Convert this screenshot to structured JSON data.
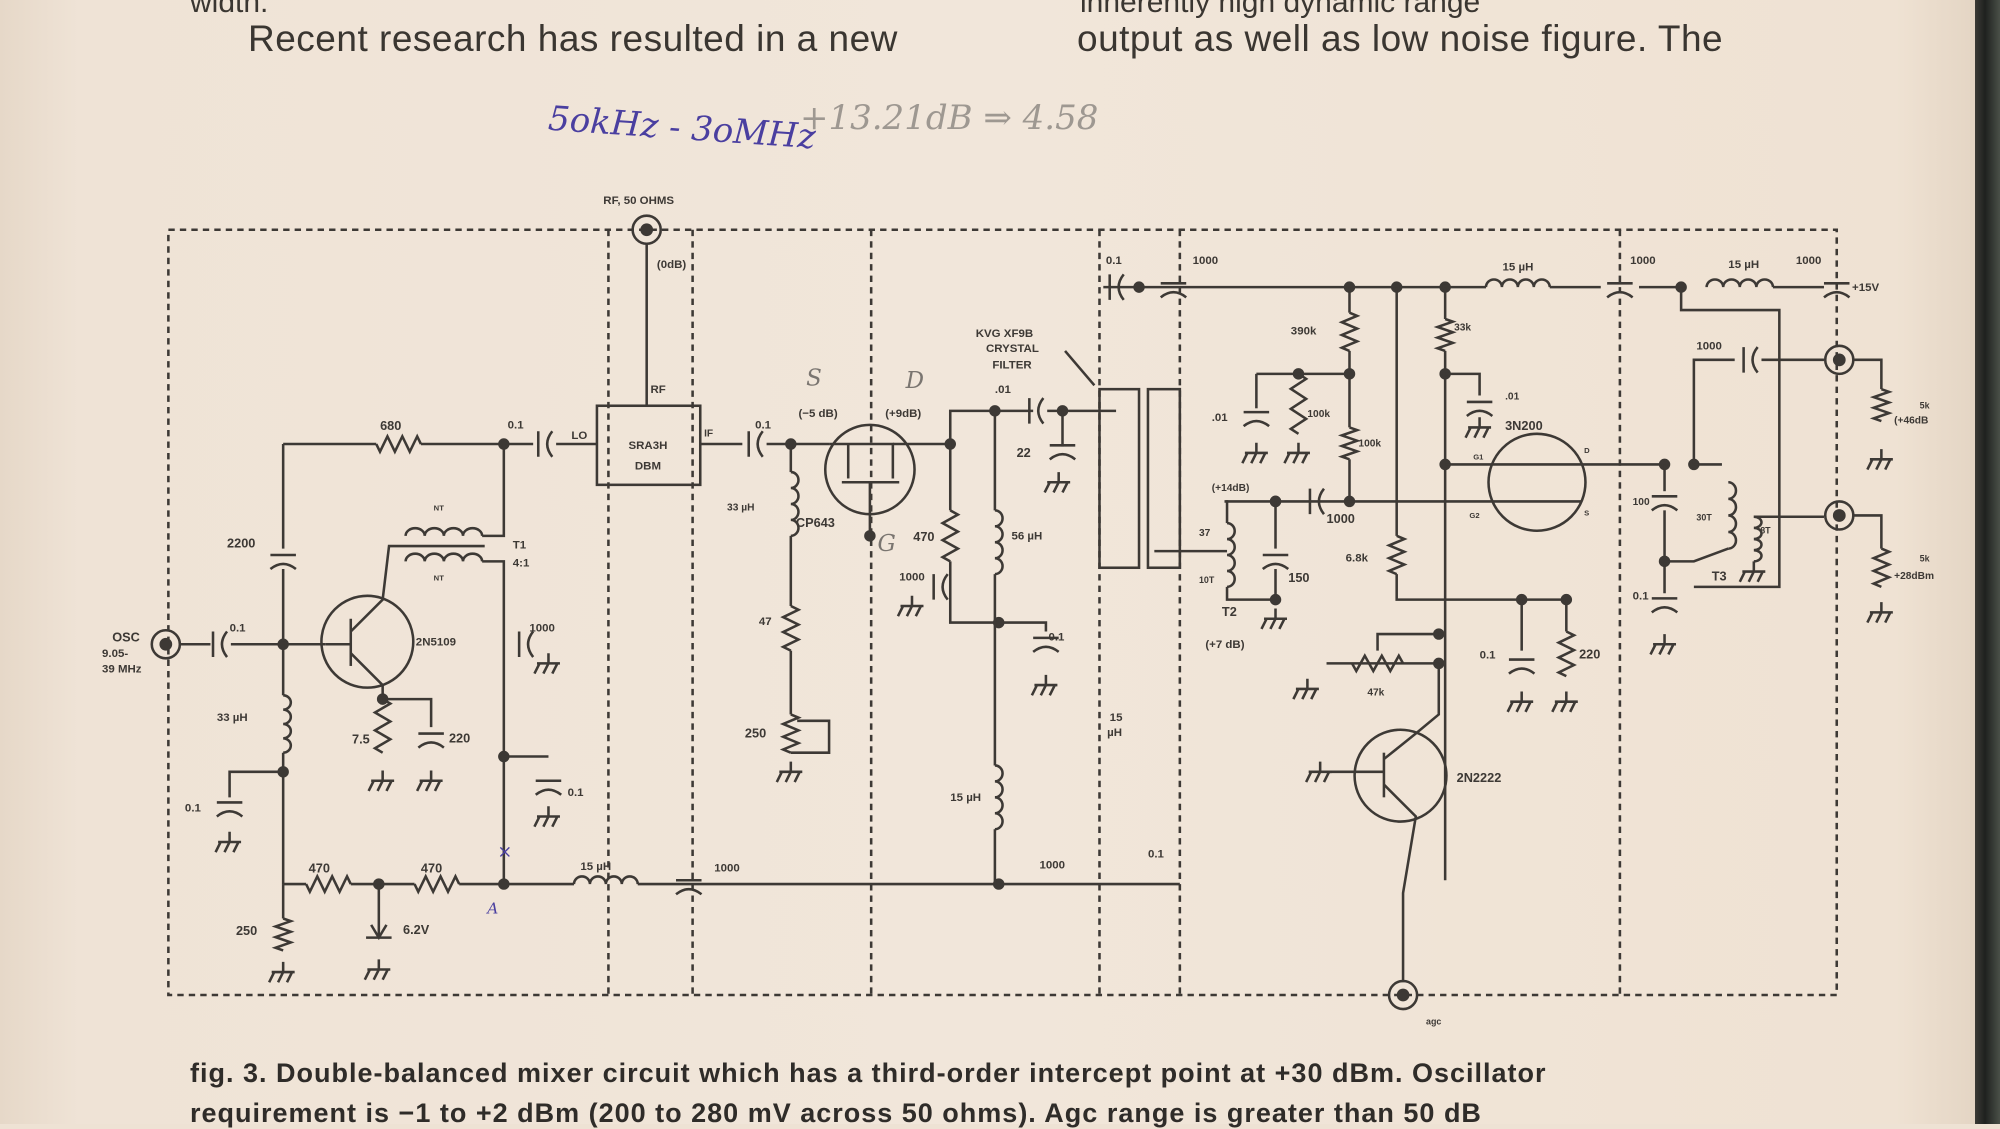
{
  "page": {
    "top_cut_left": "width.",
    "top_cut_right": "inherently high dynamic range",
    "text_left": "Recent research has resulted in a new",
    "text_right": "output as well as low noise figure. The",
    "handwritten_note_blue": "5okHz - 3oMHz",
    "handwritten_note_gray": "+13.21dB ⇒ 4.58",
    "caption_line1": "fig. 3. Double-balanced mixer circuit which has a third-order intercept point at +30 dBm. Oscillator",
    "caption_line2": "requirement is −1 to +2 dBm (200 to 280 mV across 50 ohms). Agc range is greater than 50 dB"
  },
  "schematic": {
    "rf_port": "RF, 50 OHMS",
    "rf_level": "(0dB)",
    "rf_pin": "RF",
    "dbm_name": "SRA3H",
    "dbm_type": "DBM",
    "lo_pin": "LO",
    "if_pin": "IF",
    "r680": "680",
    "c_lo": "0.1",
    "c_if": "0.1",
    "c2200": "2200",
    "osc_label": "OSC",
    "osc_freq1": "9.05-",
    "osc_freq2": "39 MHz",
    "c_osc": "0.1",
    "q1": "2N5109",
    "t1": "T1",
    "t1_ratio": "4:1",
    "t1_turns_a": "NT",
    "t1_turns_b": "NT",
    "c1000_a": "1000",
    "l33uh": "33 µH",
    "r75": "7.5",
    "c220": "220",
    "c01_a": "0.1",
    "c01_b": "0.1",
    "mark_x": "×",
    "mark_a": "A",
    "r470_a": "470",
    "r470_b": "470",
    "r250_a": "250",
    "z62": "6.2V",
    "l15_a": "15 µH",
    "c1000_b": "1000",
    "fet_src_level": "(−5 dB)",
    "fet_drn_level": "(+9dB)",
    "hand_s": "S",
    "hand_d": "D",
    "hand_g": "G",
    "q2": "CP643",
    "l33uh_b": "33 µH",
    "r47": "47",
    "r250_b": "250",
    "r470_c": "470",
    "l56uh": "56 µH",
    "c1000_c": "1000",
    "c01_c": "0.1",
    "l15_b": "15 µH",
    "c1000_d": "1000",
    "c01_d": "0.1",
    "c01_e": ".01",
    "c22": "22",
    "filter1": "KVG XF9B",
    "filter2": "CRYSTAL",
    "filter3": "FILTER",
    "c01_top": "0.1",
    "c1000_top": "1000",
    "l15_c": "15 µH",
    "l15_vert1": "15",
    "l15_vert2": "µH",
    "r390k": "390k",
    "r100k_a": "100k",
    "r100k_b": "100k",
    "c01_f": ".01",
    "r33k": "33k",
    "c01_g": ".01",
    "q3": "3N200",
    "g1": "G1",
    "g2": "G2",
    "pin_d": "D",
    "pin_s": "S",
    "lvl14": "(+14dB)",
    "c1000_e": "1000",
    "t2_37": "37",
    "t2_10": "10T",
    "t2": "T2",
    "c150": "150",
    "lvl7": "(+7 dB)",
    "r68k": "6.8k",
    "c01_h": "0.1",
    "r220": "220",
    "r47k": "47k",
    "q4": "2N2222",
    "c1000_f": "1000",
    "l15_d": "15 µH",
    "c1000_g": "1000",
    "vplus": "+15V",
    "c1000_h": "1000",
    "c100": "100",
    "t3_30": "30T",
    "t3_8": "8T",
    "t3": "T3",
    "c01_i": "0.1",
    "out_a1": "5k",
    "out_a2": "(+46dB",
    "out_b1": "5k",
    "out_b2": "+28dBm",
    "agc": "agc"
  },
  "colors": {
    "paper": "#efe3d6",
    "ink": "#3d3935",
    "pen_blue": "#4a3fa0"
  }
}
